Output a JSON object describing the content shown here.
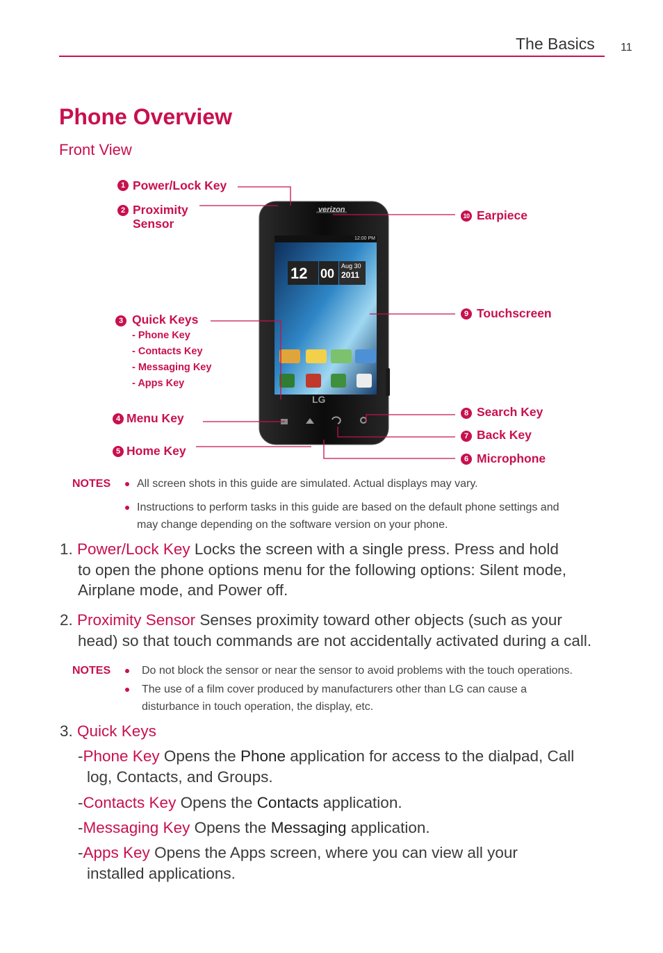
{
  "header": {
    "section": "The Basics",
    "page_number": "11"
  },
  "title": "Phone Overview",
  "subtitle": "Front View",
  "callouts": {
    "c1": {
      "num": "1",
      "label": "Power/Lock Key"
    },
    "c2": {
      "num": "2",
      "line1": "Proximity",
      "line2": "Sensor"
    },
    "c3": {
      "num": "3",
      "label": "Quick Keys",
      "sub": [
        "- Phone Key",
        "- Contacts Key",
        "- Messaging Key",
        "- Apps Key"
      ]
    },
    "c4": {
      "num": "4",
      "label": "Menu Key"
    },
    "c5": {
      "num": "5",
      "label": "Home Key"
    },
    "c6": {
      "num": "6",
      "label": "Microphone"
    },
    "c7": {
      "num": "7",
      "label": "Back Key"
    },
    "c8": {
      "num": "8",
      "label": "Search Key"
    },
    "c9": {
      "num": "9",
      "label": "Touchscreen"
    },
    "c10": {
      "num": "10",
      "label": "Earpiece"
    }
  },
  "phone_screen": {
    "carrier": "verizon",
    "status_time": "12:00 PM",
    "clock_hours": "12",
    "clock_minutes": "00",
    "date": "Aug 30",
    "year": "2011",
    "brand": "LG"
  },
  "notes1": {
    "label": "NOTES",
    "items": [
      "All screen shots in this guide are simulated. Actual displays may vary.",
      "Instructions to perform tasks in this guide are based on the default phone settings and",
      "may change depending on the software version on your phone."
    ]
  },
  "item1": {
    "num": "1.",
    "term": "Power/Lock Key",
    "line1": "Locks the screen with a single press. Press and hold",
    "line2": "to open the phone options menu for the following options: Silent mode,",
    "line3": "Airplane mode, and Power off."
  },
  "item2": {
    "num": "2.",
    "term": "Proximity Sensor",
    "line1": "Senses proximity toward other objects (such as your",
    "line2": "head) so that touch commands are not accidentally activated during a call."
  },
  "notes2": {
    "label": "NOTES",
    "items": [
      "Do not block the sensor or near the sensor to avoid problems with the touch operations.",
      "The use of a film cover produced by manufacturers other than LG can cause a",
      "disturbance in touch operation, the display, etc."
    ]
  },
  "item3": {
    "num": "3.",
    "term": "Quick Keys",
    "phone": {
      "dash": "-",
      "term": "Phone Key",
      "pre": "Opens the",
      "app": "Phone",
      "post": "application for access to the dialpad, Call",
      "line2": "log, Contacts, and Groups."
    },
    "contacts": {
      "dash": "-",
      "term": "Contacts Key",
      "pre": "Opens the",
      "app": "Contacts",
      "post": "application."
    },
    "messaging": {
      "dash": "-",
      "term": "Messaging Key",
      "pre": "Opens the",
      "app": "Messaging",
      "post": "application."
    },
    "apps": {
      "dash": "-",
      "term": "Apps Key",
      "line1": "Opens the Apps screen, where you can view all your",
      "line2": "installed applications."
    }
  },
  "colors": {
    "accent": "#c8104e",
    "text": "#3a3a3a"
  }
}
